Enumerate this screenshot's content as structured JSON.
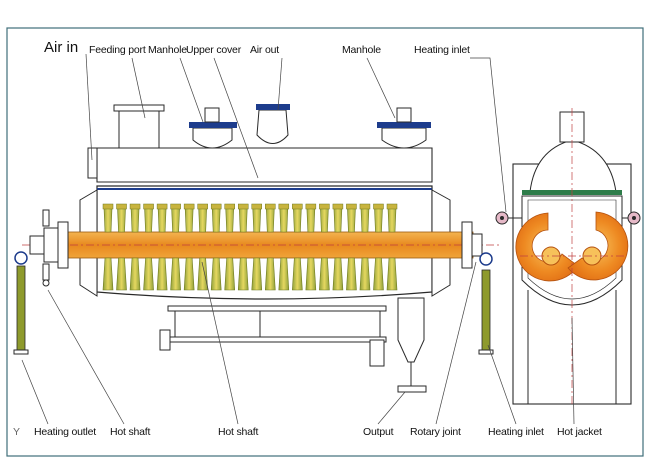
{
  "labels": {
    "air_in": "Air in",
    "feeding_port": "Feeding port",
    "manhole_left": "Manhole",
    "upper_cover": "Upper cover",
    "air_out": "Air out",
    "manhole_right": "Manhole",
    "heating_inlet_top": "Heating inlet",
    "heating_outlet": "Heating outlet",
    "hot_shaft_left": "Hot shaft",
    "hot_shaft_center": "Hot shaft",
    "output": "Output",
    "rotary_joint": "Rotary joint",
    "heating_inlet_bottom": "Heating inlet",
    "hot_jacket": "Hot jacket",
    "corner_mark": "Y"
  },
  "colors": {
    "frame": "#3f6f7a",
    "outline": "#2a2a2a",
    "leader": "#444444",
    "shaft": "#e89a2c",
    "blade": "#d9cf56",
    "blade_dark": "#b8a738",
    "rotor": "#ec7a1c",
    "rotor_light": "#f5b04a",
    "band": "#2e7d4a",
    "flange": "#1d3c8c",
    "red_axis": "#c04040"
  }
}
